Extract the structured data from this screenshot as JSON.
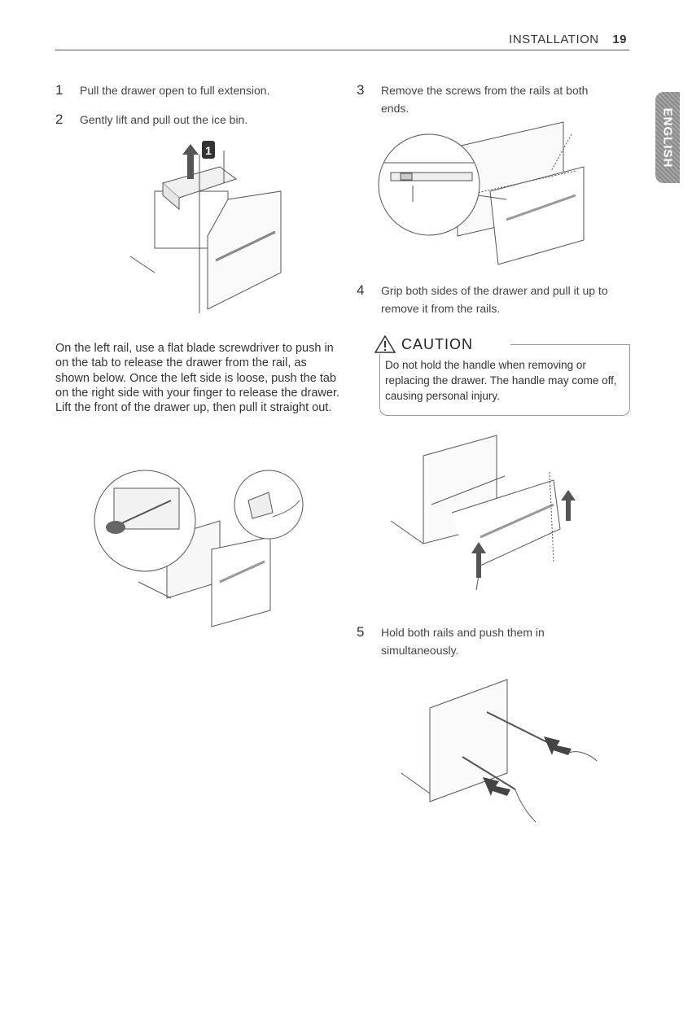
{
  "header": {
    "section": "INSTALLATION",
    "page_number": "19"
  },
  "language_tab": {
    "label": "ENGLISH"
  },
  "steps": [
    {
      "number": "1",
      "text": "Pull the drawer open to full extension."
    },
    {
      "number": "2",
      "text": "Gently lift and pull out the ice bin."
    },
    {
      "number": "3",
      "text": "Remove the screws from the rails at both ends."
    },
    {
      "number": "4",
      "text": "Grip both sides of the drawer and pull it up to remove it from the rails."
    },
    {
      "number": "5",
      "text": "Hold both rails and push them in simultaneously."
    }
  ],
  "instruction_paragraph": "On the left rail, use a flat blade screwdriver to push in on the tab to release the drawer from the rail, as shown below. Once the left side is loose, push the tab on the right side with your finger to release the drawer. Lift the front of the drawer up, then pull it straight out.",
  "caution": {
    "title": "CAUTION",
    "text": "Do not hold the handle when removing or replacing the drawer. The handle may come off, causing personal injury."
  },
  "figures": {
    "ice_bin_callout": "1"
  }
}
